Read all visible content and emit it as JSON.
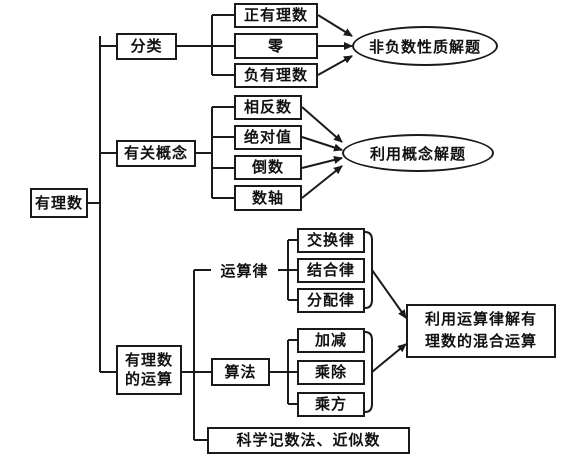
{
  "root": "有理数",
  "branches": {
    "classification": {
      "label": "分类",
      "items": [
        "正有理数",
        "零",
        "负有理数"
      ],
      "goal": "非负数性质解题"
    },
    "concepts": {
      "label": "有关概念",
      "items": [
        "相反数",
        "绝对值",
        "倒数",
        "数轴"
      ],
      "goal": "利用概念解题"
    },
    "operations": {
      "label": "有理数\n的运算",
      "laws": {
        "label": "运算律",
        "items": [
          "交换律",
          "结合律",
          "分配律"
        ]
      },
      "methods": {
        "label": "算法",
        "items": [
          "加减",
          "乘除",
          "乘方"
        ]
      },
      "notation": "科学记数法、近似数",
      "goal": "利用运算律解有\n理数的混合运算"
    }
  }
}
